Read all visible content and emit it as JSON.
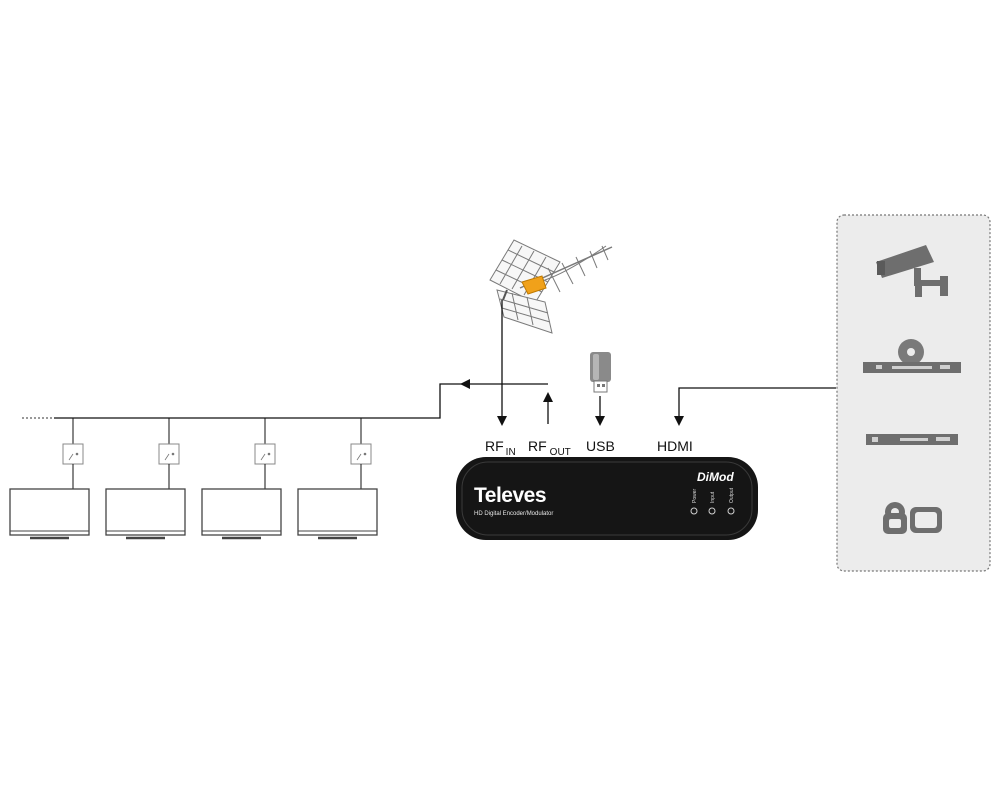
{
  "ports": {
    "rf_in": {
      "main": "RF",
      "sub": "IN"
    },
    "rf_out": {
      "main": "RF",
      "sub": "OUT"
    },
    "usb": "USB",
    "hdmi": "HDMI"
  },
  "device": {
    "brand": "Televes",
    "model": "DiMod",
    "subtitle": "HD Digital Encoder/Modulator",
    "leds": [
      "Power",
      "Input",
      "Output"
    ]
  },
  "sources": [
    "camera-icon",
    "dvd-player-icon",
    "set-top-box-icon",
    "camcorder-icon"
  ],
  "colors": {
    "device_body": "#151515",
    "accent": "#f0a11a",
    "panel_bg": "#ececec",
    "line": "#1a1a1a"
  }
}
